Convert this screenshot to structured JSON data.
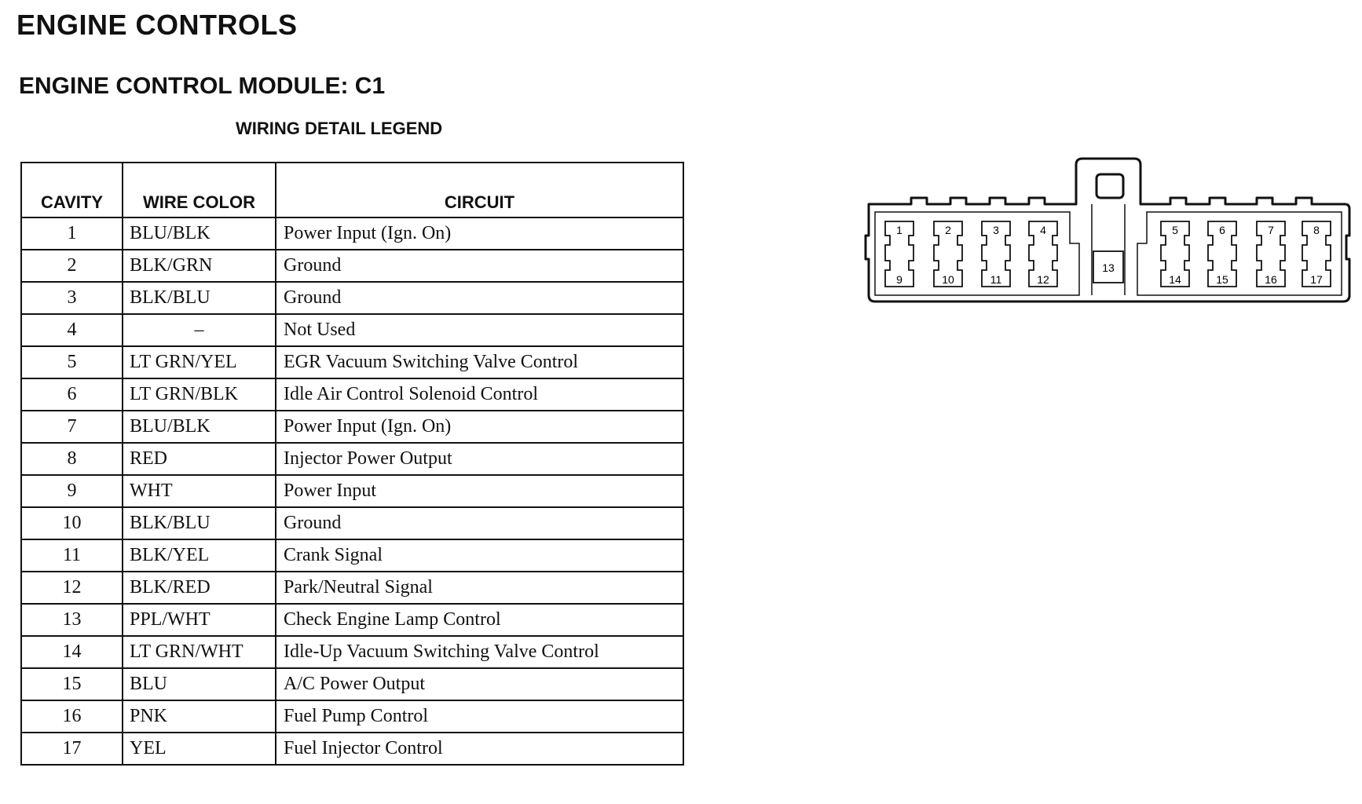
{
  "header": {
    "title": "ENGINE CONTROLS",
    "subtitle": "ENGINE CONTROL MODULE: C1",
    "legend_heading": "WIRING DETAIL LEGEND"
  },
  "table": {
    "columns": {
      "cavity": "CAVITY",
      "wire_color": "WIRE COLOR",
      "circuit": "CIRCUIT"
    },
    "rows": [
      {
        "cavity": "1",
        "color": "BLU/BLK",
        "circuit": "Power Input (Ign. On)"
      },
      {
        "cavity": "2",
        "color": "BLK/GRN",
        "circuit": "Ground"
      },
      {
        "cavity": "3",
        "color": "BLK/BLU",
        "circuit": "Ground"
      },
      {
        "cavity": "4",
        "color": "–",
        "circuit": "Not Used"
      },
      {
        "cavity": "5",
        "color": "LT GRN/YEL",
        "circuit": "EGR Vacuum Switching Valve Control"
      },
      {
        "cavity": "6",
        "color": "LT GRN/BLK",
        "circuit": "Idle Air Control Solenoid Control"
      },
      {
        "cavity": "7",
        "color": "BLU/BLK",
        "circuit": "Power Input (Ign. On)"
      },
      {
        "cavity": "8",
        "color": "RED",
        "circuit": "Injector Power Output"
      },
      {
        "cavity": "9",
        "color": "WHT",
        "circuit": "Power Input"
      },
      {
        "cavity": "10",
        "color": "BLK/BLU",
        "circuit": "Ground"
      },
      {
        "cavity": "11",
        "color": "BLK/YEL",
        "circuit": "Crank Signal"
      },
      {
        "cavity": "12",
        "color": "BLK/RED",
        "circuit": "Park/Neutral Signal"
      },
      {
        "cavity": "13",
        "color": "PPL/WHT",
        "circuit": "Check Engine Lamp Control"
      },
      {
        "cavity": "14",
        "color": "LT GRN/WHT",
        "circuit": "Idle-Up Vacuum Switching Valve Control"
      },
      {
        "cavity": "15",
        "color": "BLU",
        "circuit": "A/C Power Output"
      },
      {
        "cavity": "16",
        "color": "PNK",
        "circuit": "Fuel Pump Control"
      },
      {
        "cavity": "17",
        "color": "YEL",
        "circuit": "Fuel Injector Control"
      }
    ]
  },
  "connector": {
    "pins_top": [
      "1",
      "2",
      "3",
      "4",
      "5",
      "6",
      "7",
      "8"
    ],
    "pins_bottom": [
      "9",
      "10",
      "11",
      "12",
      "14",
      "15",
      "16",
      "17"
    ],
    "pin_center": "13"
  }
}
